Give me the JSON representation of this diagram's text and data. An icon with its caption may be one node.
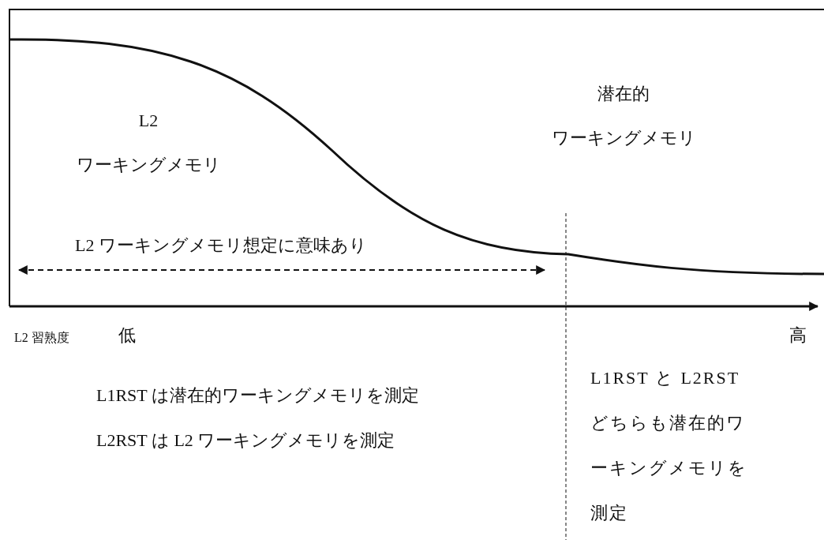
{
  "diagram": {
    "labels": [
      "L2",
      "ワーキングメモリ",
      "潜在的",
      "ワーキングメモリ",
      "L2 ワーキングメモリ想定に意味あり",
      "L2 習熟度",
      "低",
      "高",
      "L1RST と L2RSTどちらも潜在的ワーキングメモリを測定",
      "L1RST は潜在的ワーキングメモリを測定",
      "L2RST は L2 ワーキングメモリを測定"
    ]
  }
}
